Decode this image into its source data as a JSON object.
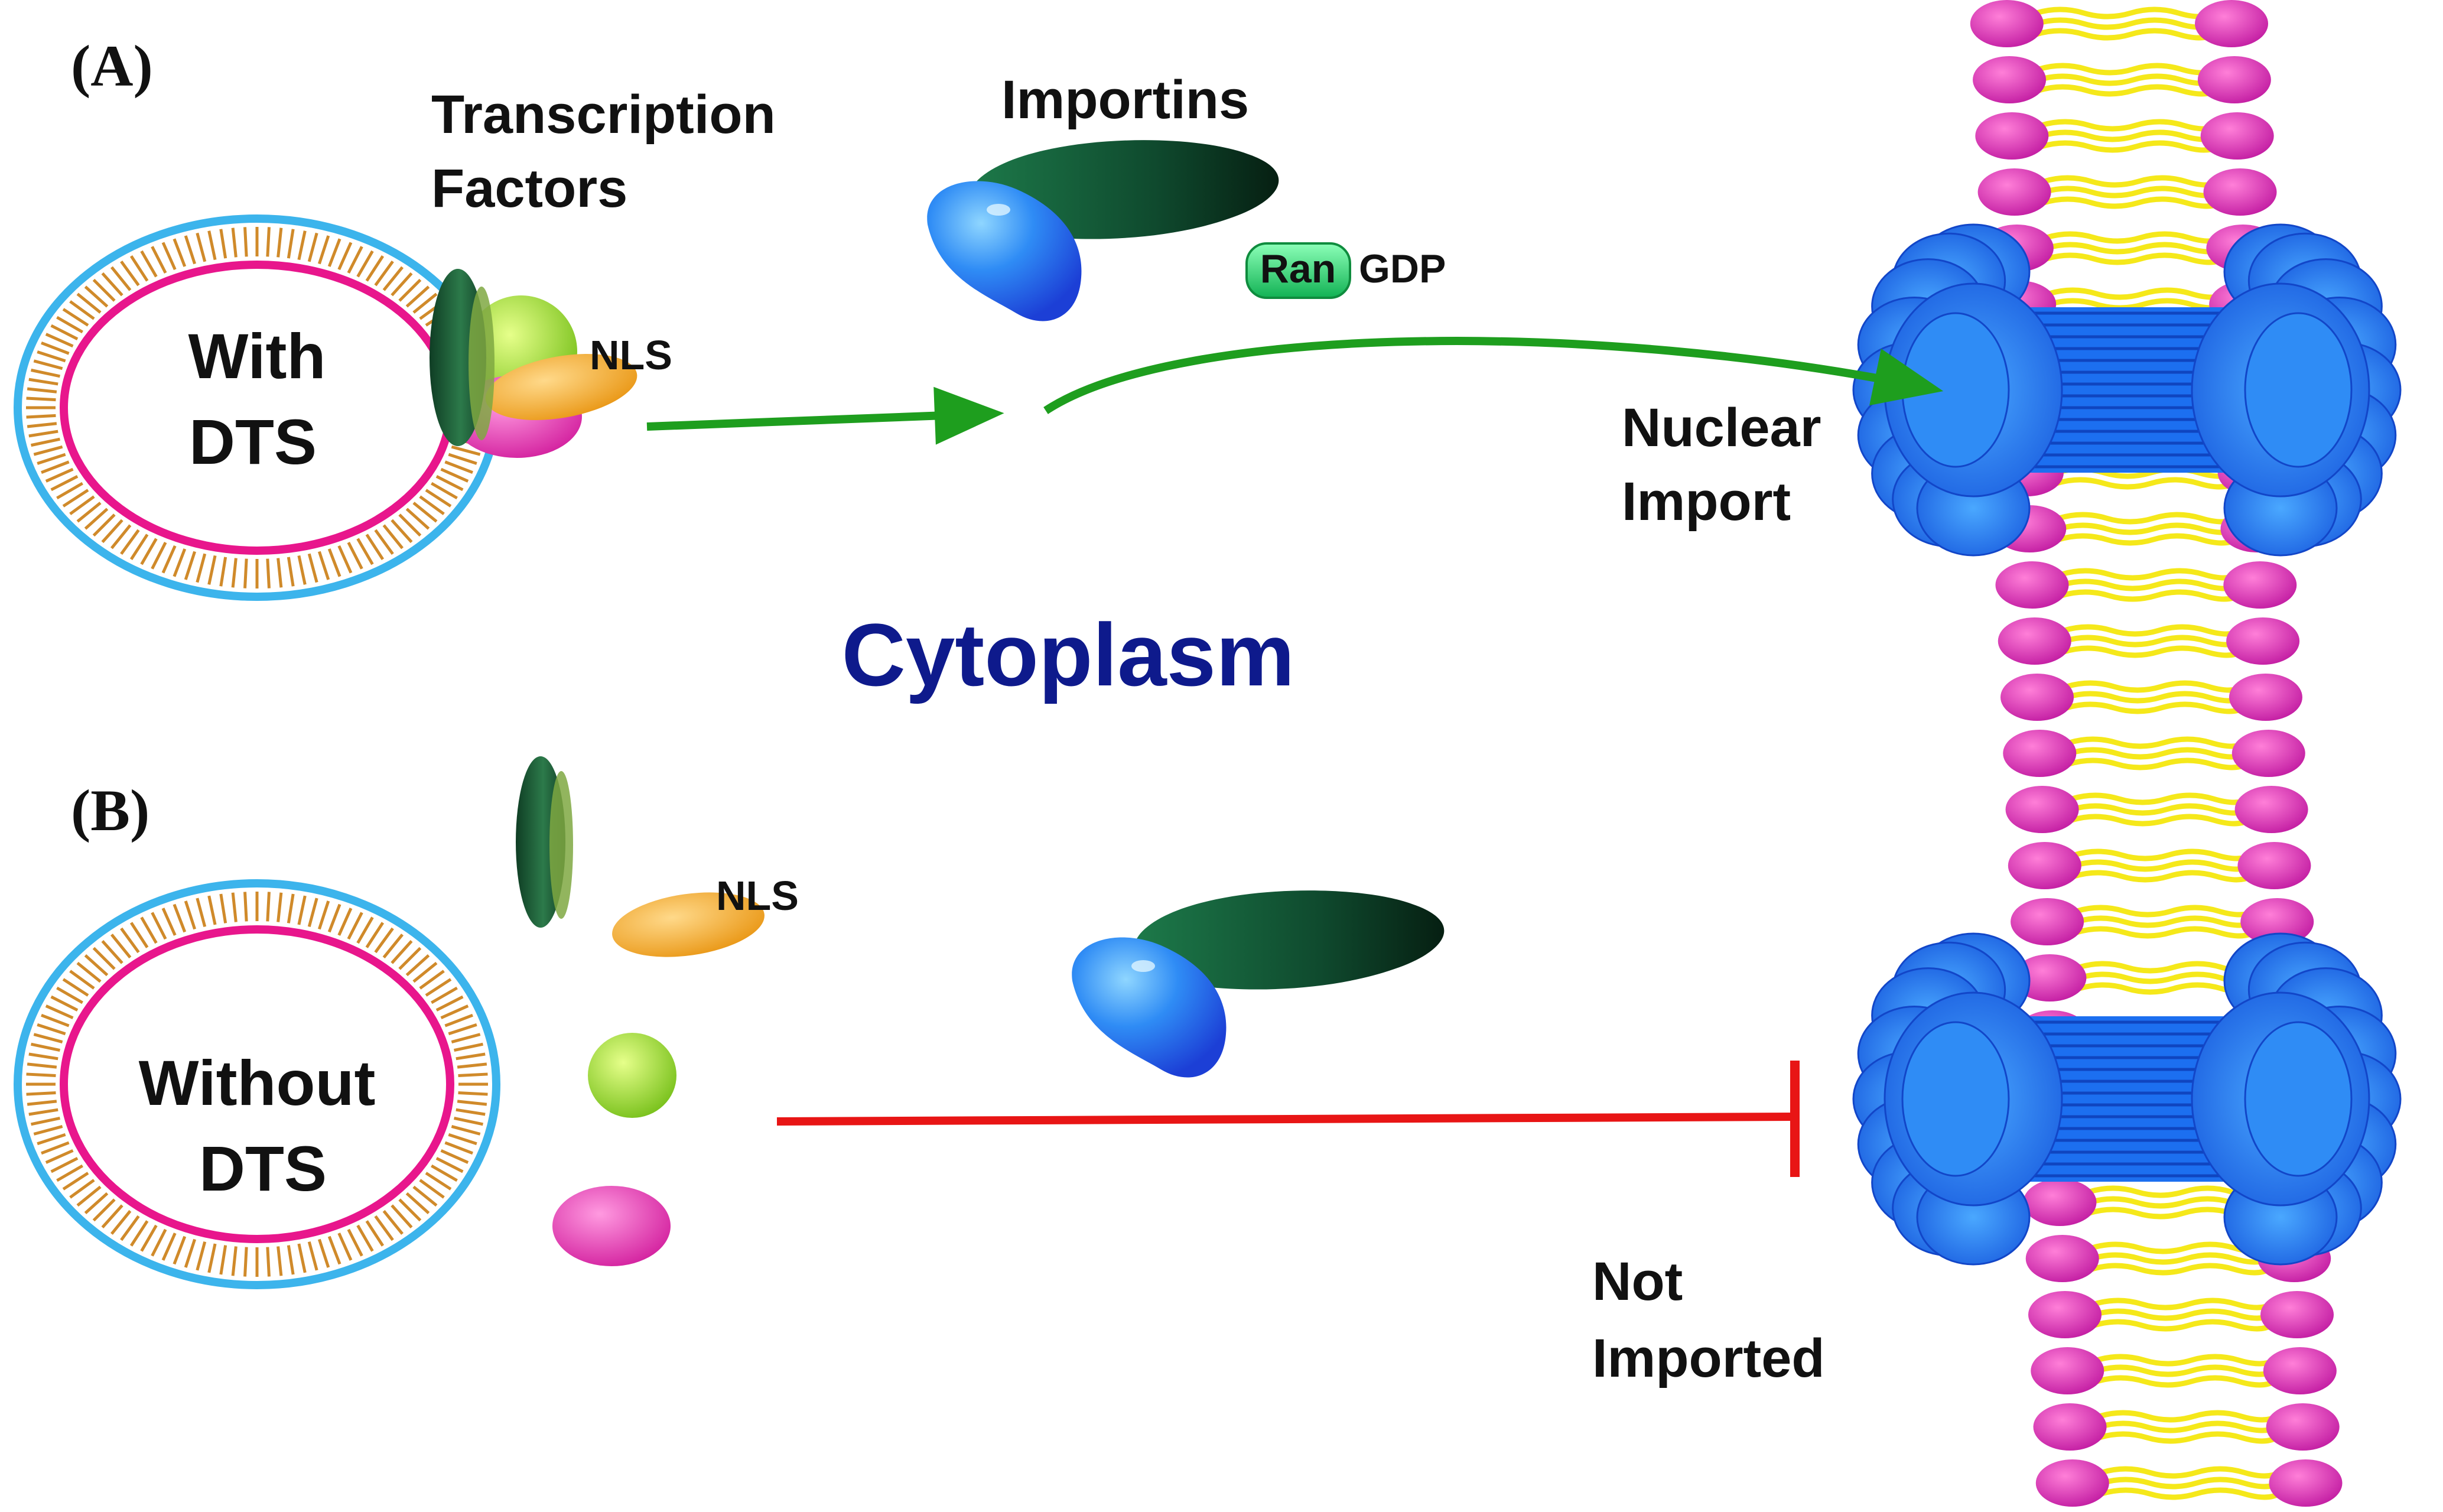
{
  "panels": {
    "a": {
      "label": "(A)"
    },
    "b": {
      "label": "(B)"
    }
  },
  "vesicle_a": {
    "line1": "With",
    "line2": "DTS"
  },
  "vesicle_b": {
    "line1": "Without",
    "line2": "DTS"
  },
  "labels": {
    "transcription_factors_1": "Transcription",
    "transcription_factors_2": "Factors",
    "importins": "Importins",
    "nls_a": "NLS",
    "nls_b": "NLS",
    "ran": "Ran",
    "gdp": "GDP",
    "cytoplasm": "Cytoplasm",
    "nuclear_import_1": "Nuclear",
    "nuclear_import_2": "Import",
    "not_imported_1": "Not",
    "not_imported_2": "Imported"
  },
  "colors": {
    "membrane_outer": "#3cb4ec",
    "membrane_inner": "#e8168c",
    "membrane_stripe": "#d08a2a",
    "arrow_import": "#1e9e1e",
    "arrow_blocked": "#e81515",
    "cytoplasm_text": "#0e1a8c",
    "lipid_head": "#e040b8",
    "lipid_tail": "#f5e81a",
    "pore": "#2f8cf5",
    "importin_alpha": "#1f8bf0",
    "importin_beta": "#0d4a2c",
    "tf_dark_green": "#1d5e3a",
    "tf_light_green": "#9fdc2a",
    "tf_orange": "#f5a623",
    "tf_pink": "#f03cb4",
    "ran": "#2ee07a"
  }
}
